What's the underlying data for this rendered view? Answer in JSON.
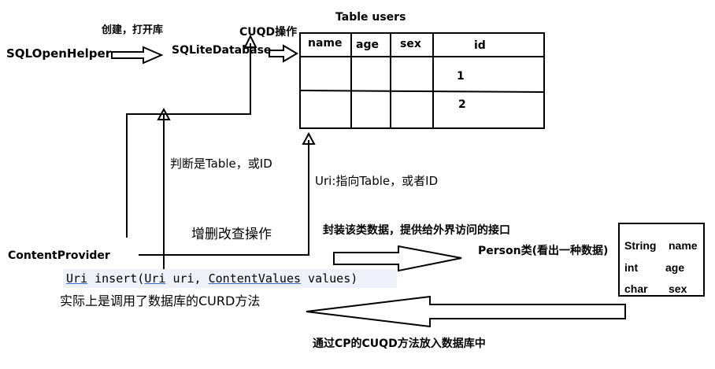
{
  "labels": {
    "create_open": "创建，打开库",
    "sql_open_helper": "SQLOpenHelper",
    "sqlite_database": "SQLiteDatabase",
    "cuqd_op": "CUQD操作",
    "table_title": "Table  users",
    "judge": "判断是Table，或ID",
    "uri_points": "Uri:指向Table，或者ID",
    "crud_ops": "增删改查操作",
    "encapsulate": "封装该类数据，提供给外界访问的接口",
    "content_provider": "ContentProvider",
    "person_class": "Person类(看出一种数据)",
    "actually": "实际上是调用了数据库的CURD方法",
    "bottom_note": "通过CP的CUQD方法放入数据库中"
  },
  "table": {
    "headers": [
      "name",
      "age",
      "sex",
      "id"
    ],
    "rows": [
      [
        "",
        "",
        "",
        "1"
      ],
      [
        "",
        "",
        "",
        "2"
      ]
    ]
  },
  "code": {
    "type1": "Uri",
    "method": " insert(",
    "type2": "Uri",
    "param1": " uri, ",
    "type3": "ContentValues",
    "param2": " values)"
  },
  "person_fields": [
    {
      "type": "String",
      "name": "name"
    },
    {
      "type": "int",
      "name": "age"
    },
    {
      "type": "char",
      "name": "sex"
    }
  ]
}
